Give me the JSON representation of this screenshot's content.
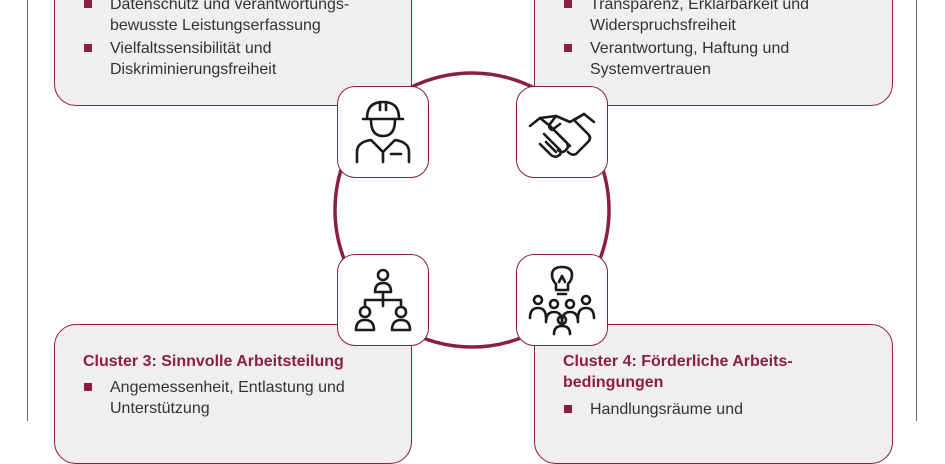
{
  "clusters": {
    "top_left": {
      "items": [
        "Datenschutz und verantwortungs-\nbewusste Leistungserfassung",
        "Vielfaltssensibilität und\nDiskriminierungsfreiheit"
      ]
    },
    "top_right": {
      "items": [
        "Transparenz, Erklärbarkeit und\nWiderspruchsfreiheit",
        "Verantwortung, Haftung und\nSystemvertrauen"
      ]
    },
    "bottom_left": {
      "title": "Cluster 3: Sinnvolle Arbeitsteilung",
      "items": [
        "Angemessenheit, Entlastung und\nUnterstützung"
      ]
    },
    "bottom_right": {
      "title": "Cluster 4: Förderliche Arbeits-\nbedingungen",
      "items": [
        "Handlungsräume und"
      ]
    }
  },
  "icons": {
    "top_left": "worker-helmet-icon",
    "top_right": "handshake-icon",
    "bottom_left": "org-chart-icon",
    "bottom_right": "team-idea-icon"
  },
  "colors": {
    "accent": "#8a1e47",
    "card_background": "#f1eeef",
    "text": "#333333"
  }
}
